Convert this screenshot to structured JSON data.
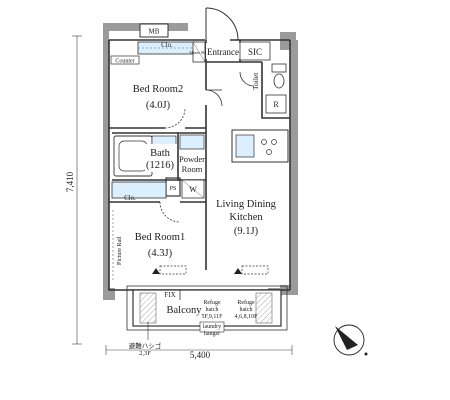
{
  "plan": {
    "rooms": {
      "bedroom2": {
        "name": "Bed Room2",
        "size": "(4.0J)"
      },
      "bedroom1": {
        "name": "Bed Room1",
        "size": "(4.3J)"
      },
      "bath": {
        "name": "Bath",
        "size": "(1216)"
      },
      "powder": {
        "line1": "Powder",
        "line2": "Room"
      },
      "living": {
        "line1": "Living Dining",
        "line2": "Kitchen",
        "size": "(9.1J)"
      },
      "entrance": "Entrance",
      "toilet": "Toilet",
      "balcony": "Balcony"
    },
    "fixtures": {
      "mb": "MB",
      "clo_top": "Clo.",
      "clo_mid": "Clo.",
      "counter": "Counter",
      "sic": "SIC",
      "shoes_box": "Shoes Box",
      "r": "R",
      "w": "W",
      "ps": "PS",
      "picture_rail": "Picture Rail",
      "fix": "FIX",
      "refuge_hatch_1": {
        "line1": "Refuge",
        "line2": "hatch",
        "line3": "5F,9,11F"
      },
      "refuge_hatch_2": {
        "line1": "Refuge",
        "line2": "hatch",
        "line3": "4,6,8,10F"
      },
      "laundry_hanger": {
        "line1": "laundry",
        "line2": "hanger"
      },
      "escape_ladder": {
        "line1": "避難ハシゴ",
        "line2": "2,3F"
      }
    },
    "dimensions": {
      "depth": "7,410",
      "width": "5,400"
    }
  }
}
